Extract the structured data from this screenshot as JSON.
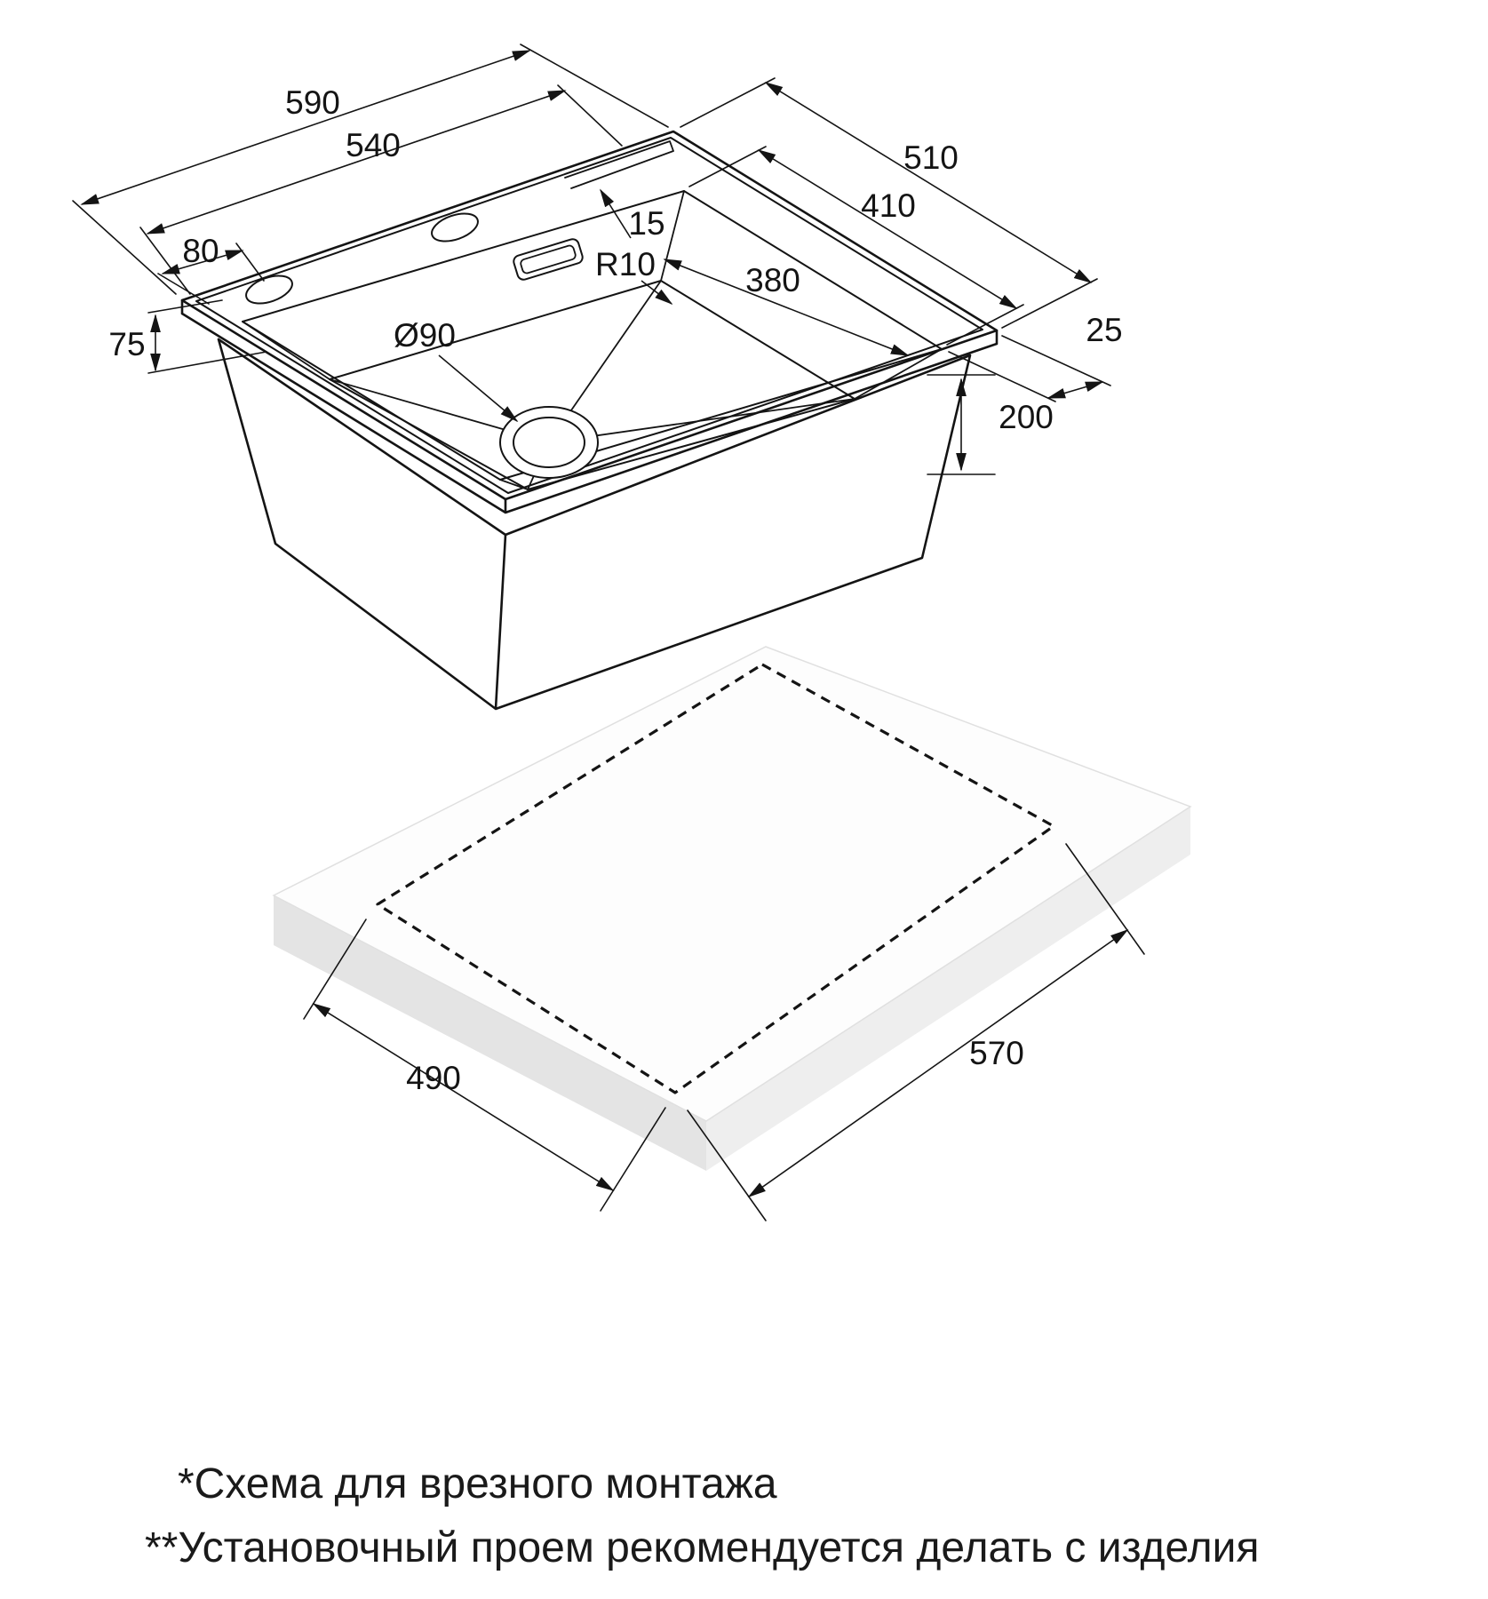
{
  "drawing": {
    "sink": {
      "dim_590": "590",
      "dim_540": "540",
      "dim_80": "80",
      "dim_75": "75",
      "dim_510": "510",
      "dim_410": "410",
      "dim_380": "380",
      "dim_15": "15",
      "dim_r10": "R10",
      "dim_drain": "Ø90",
      "dim_25": "25",
      "dim_200": "200"
    },
    "cutout": {
      "dim_490": "490",
      "dim_570": "570"
    }
  },
  "notes": {
    "line1": "*Схема для врезного монтажа",
    "line2": "**Установочный проем рекомендуется делать с изделия"
  },
  "colors": {
    "line": "#141414",
    "slab_top": "#fdfdfd",
    "slab_left": "#e4e4e4",
    "slab_right": "#eeeeee"
  }
}
